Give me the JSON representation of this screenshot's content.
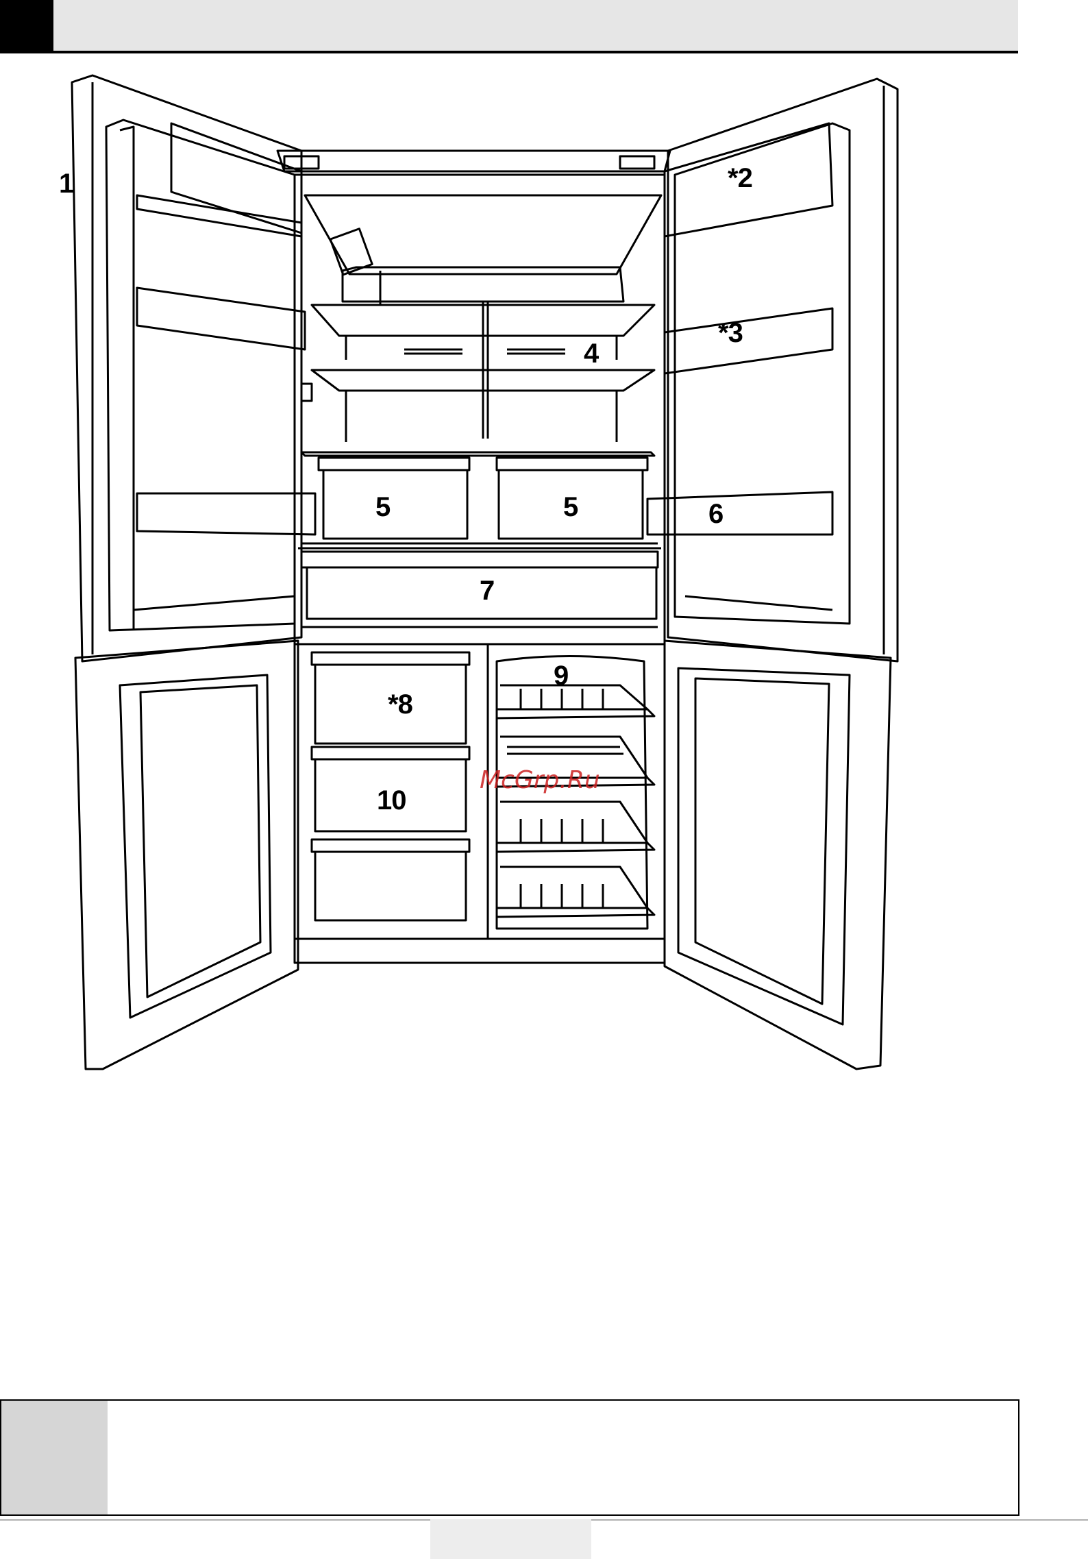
{
  "header": {
    "accent": "#000000",
    "bar_color": "#e6e6e6"
  },
  "callouts": {
    "c1": "1",
    "c2": "*2",
    "c3": "*3",
    "c4": "4",
    "c5a": "5",
    "c5b": "5",
    "c6": "6",
    "c7": "7",
    "c8": "*8",
    "c9": "9",
    "c10": "10"
  },
  "watermark": {
    "text": "McGrp.Ru",
    "color": "#cc2020"
  },
  "note": {
    "text": "",
    "icon_bg": "#d6d6d6"
  },
  "footer": {
    "page_number": ""
  }
}
